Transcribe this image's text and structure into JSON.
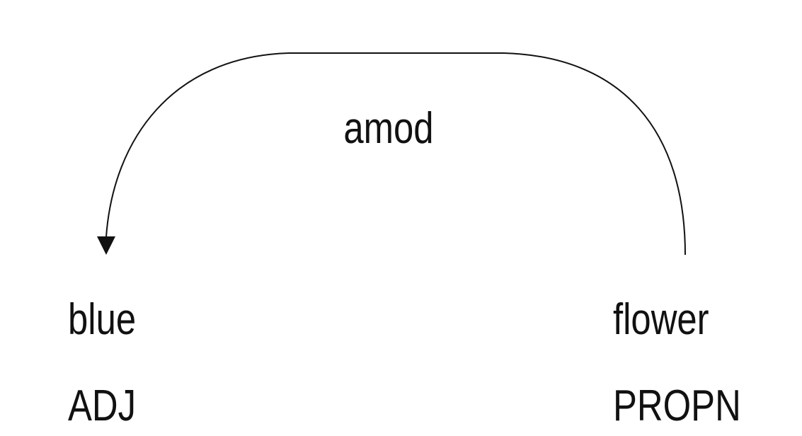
{
  "arc": {
    "label": "amod"
  },
  "tokens": [
    {
      "text": "blue",
      "tag": "ADJ"
    },
    {
      "text": "flower",
      "tag": "PROPN"
    }
  ]
}
